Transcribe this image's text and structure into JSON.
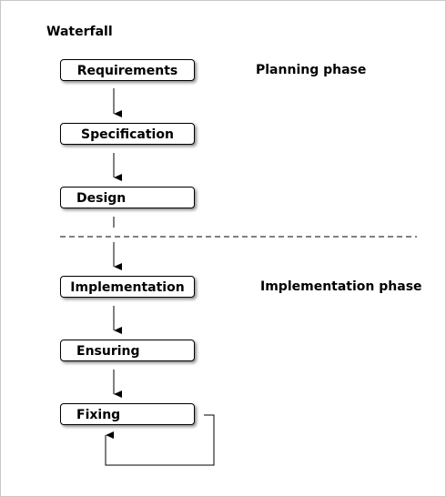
{
  "diagram": {
    "title": "Waterfall",
    "steps": [
      {
        "id": "requirements",
        "label": "Requirements"
      },
      {
        "id": "specification",
        "label": "Specification"
      },
      {
        "id": "design",
        "label": "Design"
      },
      {
        "id": "implementation",
        "label": "Implementation"
      },
      {
        "id": "ensuring",
        "label": "Ensuring"
      },
      {
        "id": "fixing",
        "label": "Fixing"
      }
    ],
    "phases": [
      {
        "label": "Planning phase"
      },
      {
        "label": "Implementation phase"
      }
    ]
  }
}
